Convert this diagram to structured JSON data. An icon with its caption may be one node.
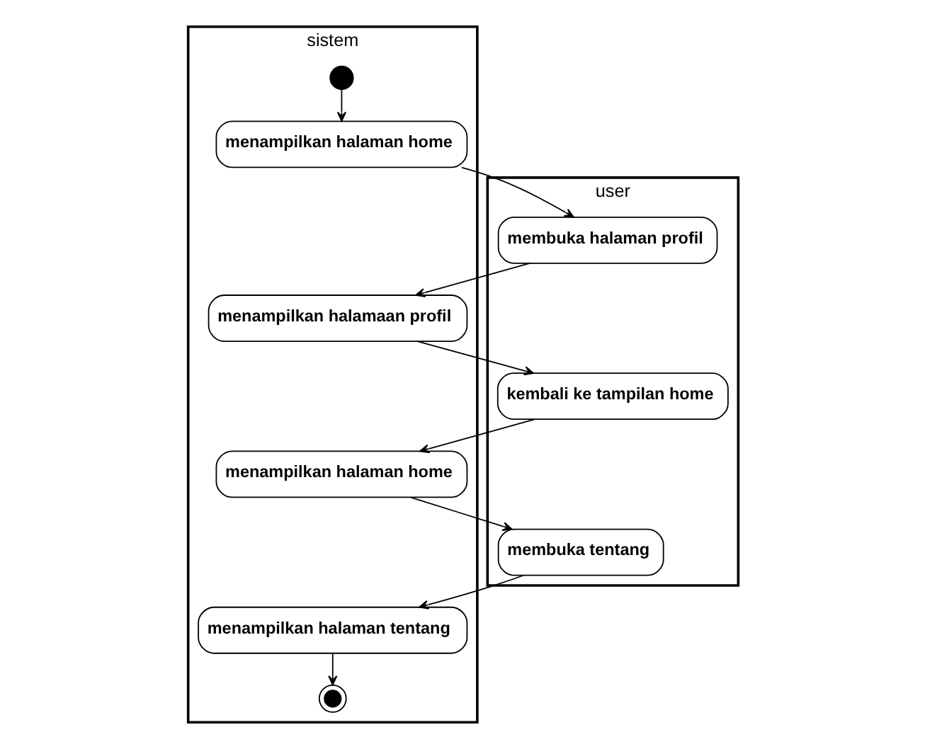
{
  "diagram": {
    "nodes": [
      {
        "text": [
          "user"
        ]
      },
      {
        "text": [
          "sistem"
        ]
      },
      {
        "text": [],
        "shape": "circle",
        "in": 1
      },
      {
        "text": [
          "menampilkan halaman home"
        ],
        "in": 1
      },
      {
        "text": [
          "membuka halaman profil"
        ],
        "in": 0
      },
      {
        "text": [
          "menampilkan halamaan profil"
        ],
        "in": 1
      },
      {
        "text": [
          "kembali ke tampilan home"
        ],
        "in": 0
      },
      {
        "text": [
          "menampilkan halaman home"
        ],
        "in": 1
      },
      {
        "text": [
          "membuka tentang"
        ],
        "in": 0
      },
      {
        "text": [
          "menampilkan halaman tentang"
        ],
        "in": 1
      },
      {
        "text": [],
        "shape": "target",
        "in": 1
      }
    ],
    "edges": [
      {
        "from": 2,
        "to": 3,
        "arrow": "to"
      },
      {
        "from": 3,
        "to": 4,
        "arrow": "to"
      },
      {
        "from": 4,
        "to": 5,
        "arrow": "to"
      },
      {
        "from": 5,
        "to": 6,
        "arrow": "to"
      },
      {
        "from": 6,
        "to": 7,
        "arrow": "to"
      },
      {
        "from": 7,
        "to": 8,
        "arrow": "to"
      },
      {
        "from": 8,
        "to": 9,
        "arrow": "to"
      },
      {
        "from": 9,
        "to": 10,
        "arrow": "to"
      }
    ]
  }
}
